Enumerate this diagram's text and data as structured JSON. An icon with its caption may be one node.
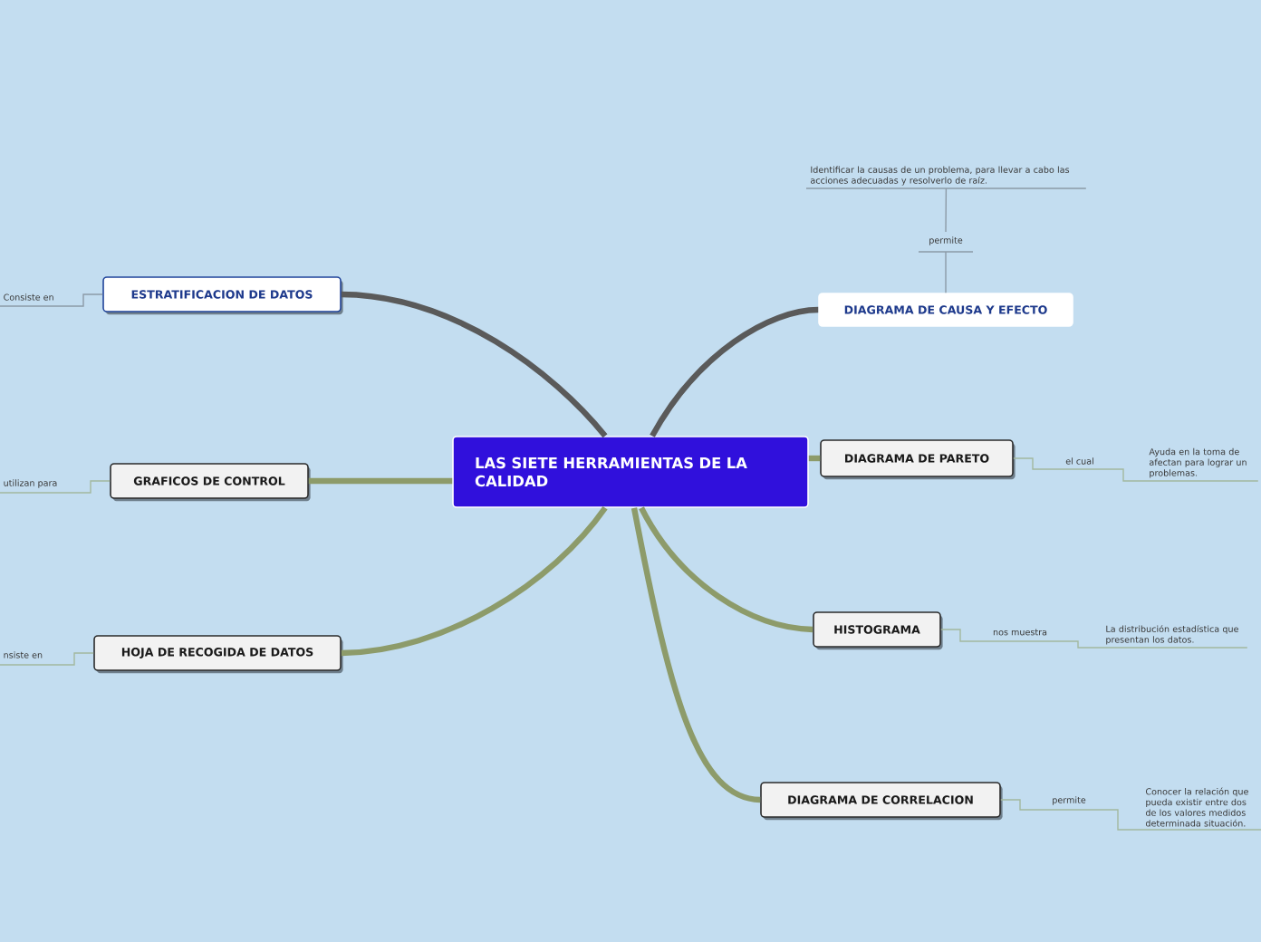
{
  "diagram": {
    "nodes": [
      {
        "text": [
          "LAS SIETE HERRAMIENTAS DE LA CALIDAD"
        ]
      },
      {
        "text": [
          "Identificar la causas de un problema, para llevar a cabo las acciones adecuadas y resolverlo de raíz."
        ]
      },
      {
        "text": [
          "DIAGRAMA DE CAUSA Y EFECTO"
        ]
      },
      {
        "text": [
          "ESTRATIFICACION DE DATOS"
        ]
      },
      {
        "text": [
          "GRAFICOS DE CONTROL"
        ]
      },
      {
        "text": [
          "DIAGRAMA DE PARETO"
        ]
      },
      {
        "text": [
          "Ayuda en la toma de afectan para lograr un problemas."
        ]
      },
      {
        "text": [
          "HOJA DE RECOGIDA DE DATOS"
        ]
      },
      {
        "text": [
          "HISTOGRAMA"
        ]
      },
      {
        "text": [
          "La distribución estadística que presentan los datos."
        ]
      },
      {
        "text": [
          "DIAGRAMA DE CORRELACION"
        ]
      },
      {
        "text": [
          "Conocer la relación que pueda existir entre dos de los valores medidos determinada situación."
        ]
      }
    ],
    "edges": [
      {
        "from": 0,
        "to": 3,
        "arrow": "none",
        "style": "thick",
        "color": "#5a5a5a"
      },
      {
        "from": 0,
        "to": 2,
        "arrow": "none",
        "style": "thick",
        "color": "#5a5a5a"
      },
      {
        "from": 0,
        "to": 4,
        "arrow": "none",
        "style": "thick"
      },
      {
        "from": 0,
        "to": 5,
        "arrow": "none",
        "style": "thick"
      },
      {
        "from": 0,
        "to": 7,
        "arrow": "none",
        "style": "thick"
      },
      {
        "from": 0,
        "to": 8,
        "arrow": "none",
        "style": "thick"
      },
      {
        "from": 0,
        "to": 10,
        "arrow": "none",
        "style": "thick"
      },
      {
        "from": 2,
        "to": 1,
        "arrow": "none",
        "label": "permite",
        "color": "#8c9aa6"
      },
      {
        "from": 3,
        "to": null,
        "arrow": "none",
        "label": "Consiste en",
        "color": "#8c9aa6"
      },
      {
        "from": 4,
        "to": null,
        "arrow": "none",
        "label": "utilizan para"
      },
      {
        "from": 5,
        "to": 6,
        "arrow": "none",
        "label": "el cual"
      },
      {
        "from": 7,
        "to": null,
        "arrow": "none",
        "label": "nsiste en"
      },
      {
        "from": 8,
        "to": 9,
        "arrow": "none",
        "label": "nos muestra"
      },
      {
        "from": 10,
        "to": 11,
        "arrow": "none",
        "label": "permite"
      }
    ]
  }
}
